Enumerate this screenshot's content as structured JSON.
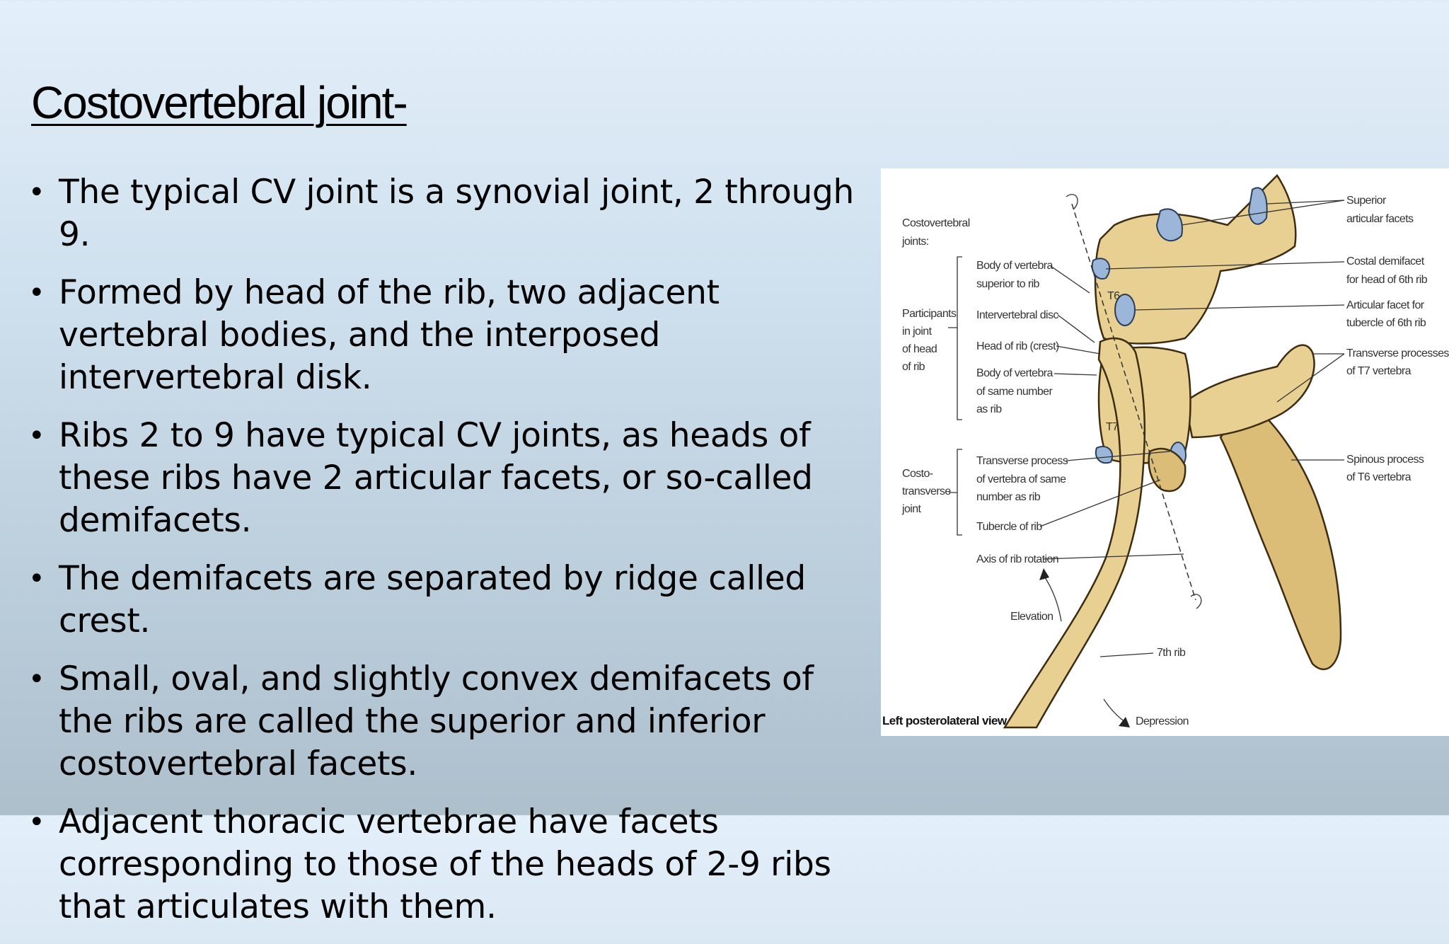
{
  "slide": {
    "title": "Costovertebral joint-",
    "bullet_symbol": "•",
    "bullets": [
      "The typical CV joint is a synovial joint, 2 through 9.",
      "Formed by head of the rib, two adjacent vertebral bodies, and the interposed intervertebral disk.",
      "Ribs 2 to 9 have typical CV joints, as heads of these ribs have 2 articular facets, or so-called demifacets.",
      "The demifacets are separated by ridge called crest.",
      "Small, oval, and slightly convex demifacets of the ribs are called the superior and inferior costovertebral facets.",
      " Adjacent thoracic vertebrae have facets corresponding to those of the heads of 2-9 ribs that articulates with them."
    ]
  },
  "figure": {
    "left_labels": {
      "costovertebral_1": "Costovertebral",
      "costovertebral_2": "joints:",
      "participants_1": "Participants",
      "participants_2": "in joint",
      "participants_3": "of head",
      "participants_4": "of rib",
      "costo_1": "Costo-",
      "costo_2": "transverse",
      "costo_3": "joint"
    },
    "middle_labels": {
      "body_superior_1": "Body of vertebra",
      "body_superior_2": "superior to rib",
      "intervertebral_disc": "Intervertebral disc",
      "head_of_rib": "Head of rib (crest)",
      "body_same_1": "Body of vertebra",
      "body_same_2": "of same number",
      "body_same_3": "as rib",
      "transverse_1": "Transverse process",
      "transverse_2": "of vertebra of same",
      "transverse_3": "number as rib",
      "tubercle": "Tubercle of rib",
      "axis": "Axis of rib rotation",
      "elevation": "Elevation",
      "t6": "T6",
      "t7": "T7",
      "rib7": "7th rib",
      "depression": "Depression",
      "view": "Left posterolateral view"
    },
    "right_labels": {
      "superior_1": "Superior",
      "superior_2": "articular facets",
      "costal_1": "Costal demifacet",
      "costal_2": "for head of 6th rib",
      "articular_1": "Articular facet for",
      "articular_2": "tubercle of 6th rib",
      "transverse_1": "Transverse processes",
      "transverse_2": "of T7 vertebra",
      "spinous_1": "Spinous process",
      "spinous_2": "of T6 vertebra"
    }
  }
}
